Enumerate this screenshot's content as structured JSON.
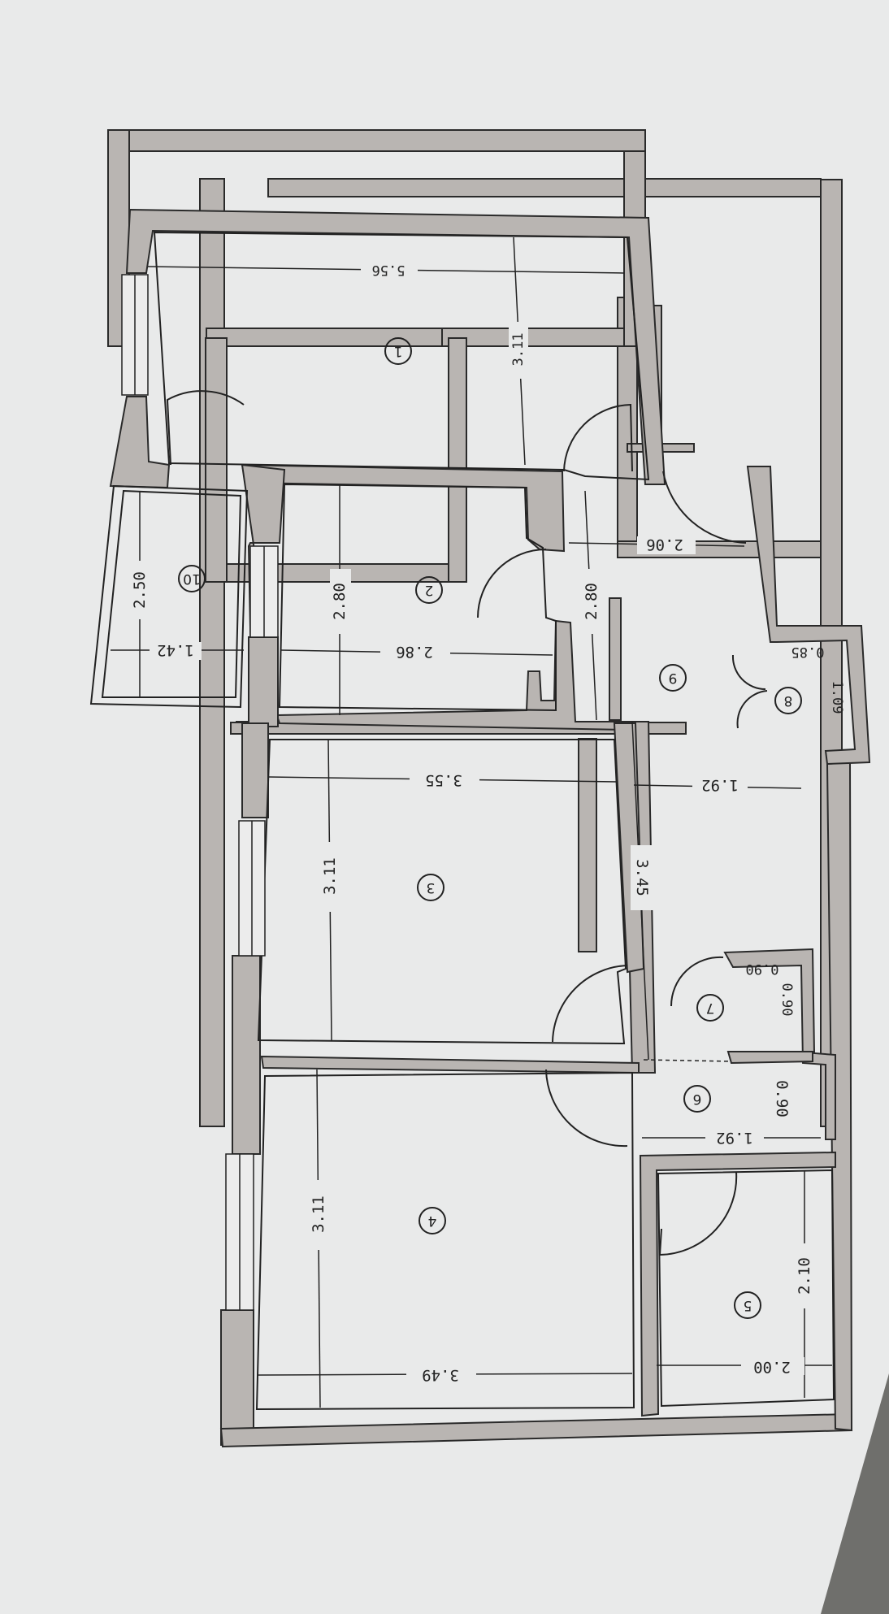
{
  "rooms": [
    {
      "id": "room-1",
      "number": "1",
      "dims": [
        "5.56",
        "3.11"
      ]
    },
    {
      "id": "room-2",
      "number": "2",
      "dims": [
        "2.86",
        "2.80"
      ]
    },
    {
      "id": "room-3",
      "number": "3",
      "dims": [
        "3.55",
        "3.11"
      ]
    },
    {
      "id": "room-4",
      "number": "4",
      "dims": [
        "3.49",
        "3.11"
      ]
    },
    {
      "id": "room-5",
      "number": "5",
      "dims": [
        "2.10",
        "2.00"
      ]
    },
    {
      "id": "room-6",
      "number": "6",
      "dims": [
        "1.92",
        "0.90"
      ]
    },
    {
      "id": "room-7",
      "number": "7",
      "dims": [
        "0.90",
        "0.90"
      ]
    },
    {
      "id": "room-8",
      "number": "8",
      "dims": [
        "1.09",
        "0.85"
      ]
    },
    {
      "id": "room-9",
      "number": "9",
      "dims": [
        "2.06",
        "2.80",
        "1.92",
        "3.45"
      ]
    },
    {
      "id": "room-10",
      "number": "10",
      "dims": [
        "2.50",
        "1.42"
      ]
    }
  ],
  "colors": {
    "wall": "#b9b5b2",
    "wall_stroke": "#2a2a2a",
    "paper": "#e9eaea",
    "line": "#222222"
  }
}
